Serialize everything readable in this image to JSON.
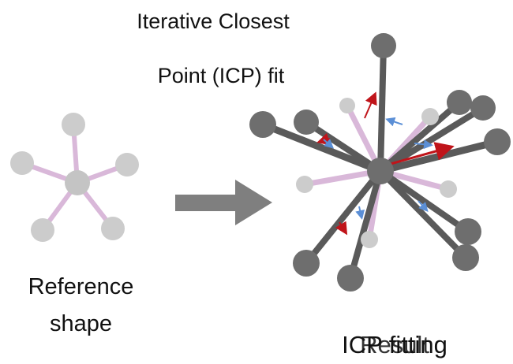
{
  "title": {
    "line1": "Iterative Closest",
    "line2": "Point (ICP) fit"
  },
  "reference": {
    "line1": "Reference",
    "line2": "shape"
  },
  "result_labels": {
    "overlap_a": "ICP fitting",
    "overlap_b": "Result"
  },
  "colors": {
    "reference_arm": "#d9b8d9",
    "reference_node": "#cccccc",
    "fitted_arm": "#5a5a5a",
    "fitted_node": "#6e6e6e",
    "arrow": "#7f7f7f",
    "correspondence_arrow_red": "#c0141a",
    "correspondence_arrow_blue": "#5b8fd6"
  }
}
